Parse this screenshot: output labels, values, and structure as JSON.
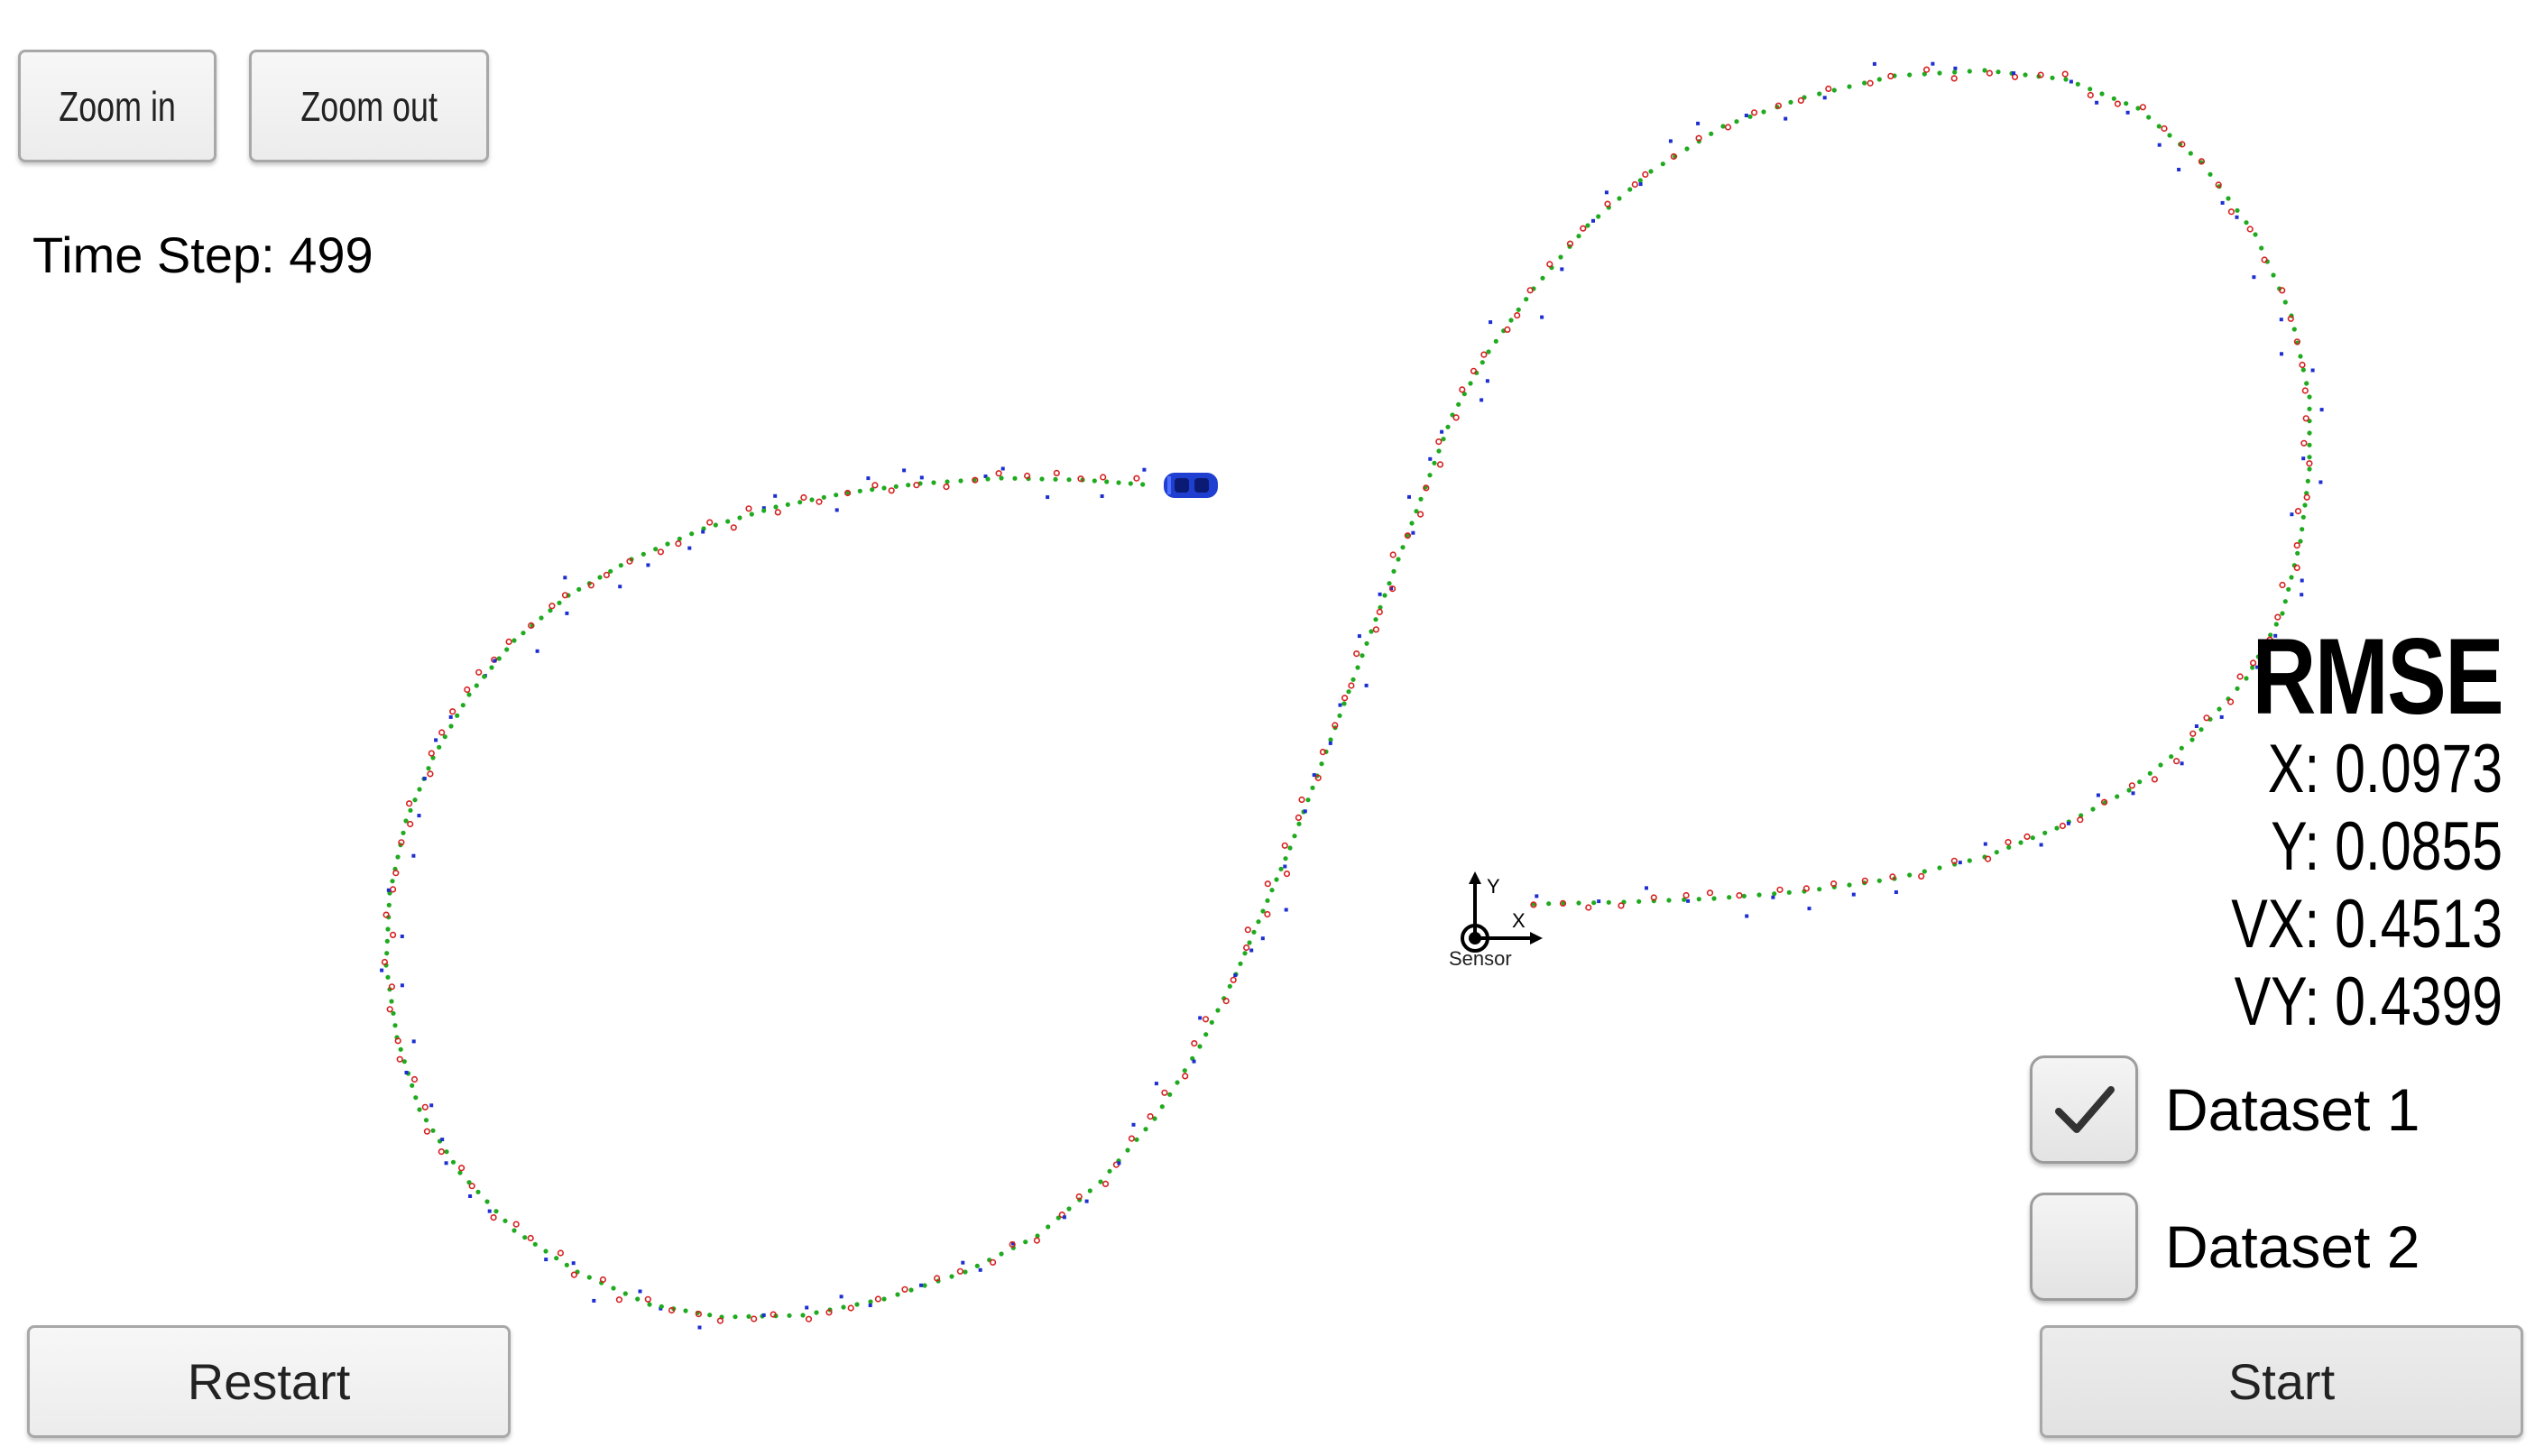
{
  "toolbar": {
    "zoom_in_label": "Zoom in",
    "zoom_out_label": "Zoom out"
  },
  "status": {
    "time_step_label": "Time Step:",
    "time_step_value": "499"
  },
  "rmse": {
    "title": "RMSE",
    "x": "X: 0.0973",
    "y": "Y: 0.0855",
    "vx": "VX: 0.4513",
    "vy": "VY: 0.4399"
  },
  "datasets": [
    {
      "label": "Dataset 1",
      "checked": true
    },
    {
      "label": "Dataset 2",
      "checked": false
    }
  ],
  "controls": {
    "restart_label": "Restart",
    "start_label": "Start"
  },
  "scene": {
    "sensor_label": "Sensor",
    "axis_x_label": "X",
    "axis_y_label": "Y",
    "car_icon": "car-icon",
    "colors": {
      "ground_truth": "#1faa1f",
      "lidar": "#d62020",
      "radar": "#1d2fd1",
      "car": "#1f3fd0"
    }
  }
}
